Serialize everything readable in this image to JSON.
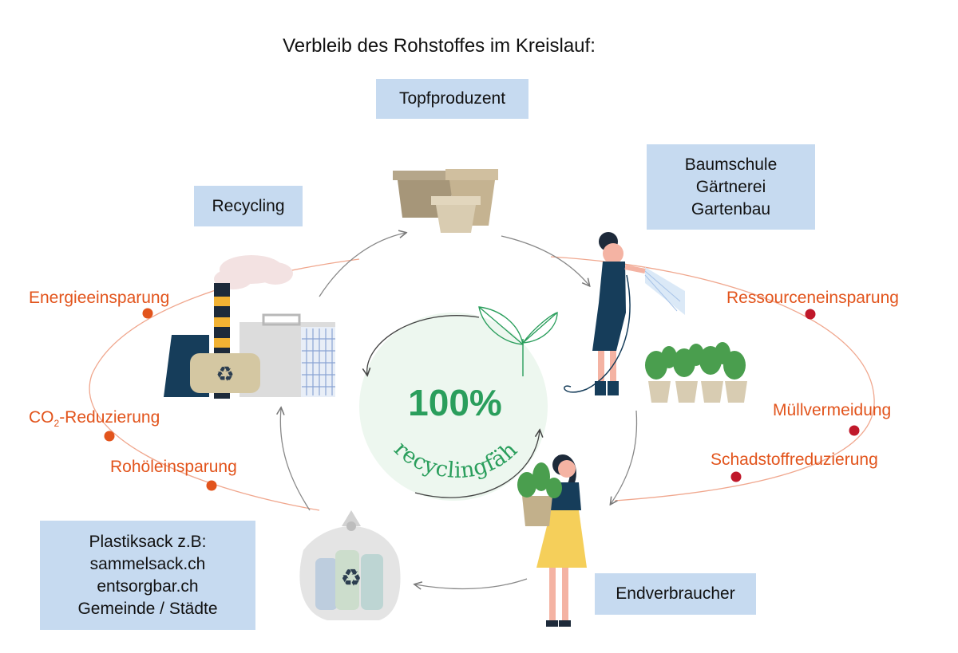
{
  "title": "Verbleib des Rohstoffes im Kreislauf:",
  "stations": {
    "topfproduzent": [
      "Topfproduzent"
    ],
    "baumschule": [
      "Baumschule",
      "Gärtnerei",
      "Gartenbau"
    ],
    "recycling": [
      "Recycling"
    ],
    "endverbraucher": [
      "Endverbraucher"
    ],
    "plastiksack": [
      "Plastiksack z.B:",
      "sammelsack.ch",
      "entsorgbar.ch",
      "Gemeinde / Städte"
    ]
  },
  "benefits_left": {
    "energie": "Energieeinsparung",
    "co2_prefix": "CO",
    "co2_sub": "2",
    "co2_suffix": "-Reduzierung",
    "rohoel": "Rohöleinsparung"
  },
  "benefits_right": {
    "ressource": "Ressourceneinsparung",
    "muell": "Müllvermeidung",
    "schadstoff": "Schadstoffreduzierung"
  },
  "center": {
    "percent": "100%",
    "label": "recyclingfähig"
  },
  "colors": {
    "box": "#c6daf0",
    "benefit_text": "#e2541c",
    "left_dot": "#e2541c",
    "right_dot": "#c0182a",
    "green": "#2a9e5c"
  }
}
